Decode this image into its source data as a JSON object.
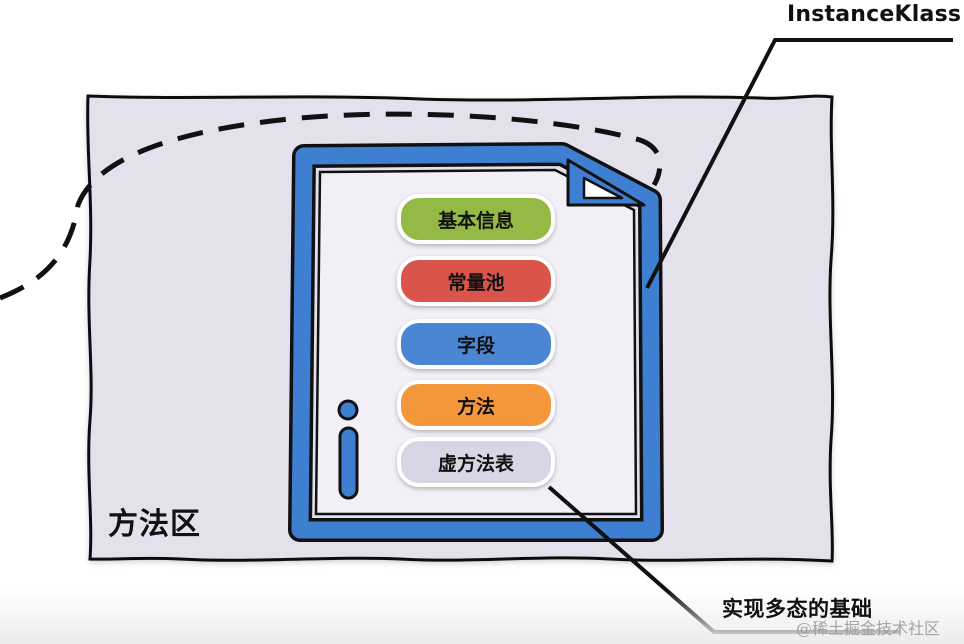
{
  "diagram": {
    "title": "InstanceKlass",
    "region_label": "方法区",
    "callout_label": "实现多态的基础",
    "watermark": "@稀土掘金技术社区",
    "colors": {
      "region_fill": "#e4e1ec",
      "document_border": "#3f7fd1",
      "outline": "#111111"
    },
    "sections": [
      {
        "label": "基本信息",
        "color": "#94b944"
      },
      {
        "label": "常量池",
        "color": "#d9554c"
      },
      {
        "label": "字段",
        "color": "#4a86d3"
      },
      {
        "label": "方法",
        "color": "#f4963a"
      },
      {
        "label": "虚方法表",
        "color": "#d6d6e4"
      }
    ],
    "icons": {
      "document": "document-icon",
      "info": "info-icon"
    }
  }
}
